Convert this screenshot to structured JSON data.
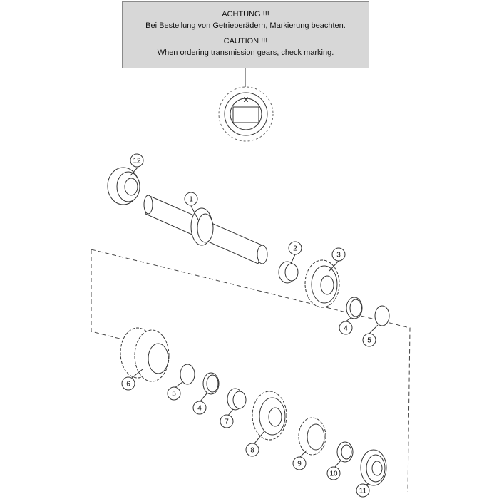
{
  "notice": {
    "de_heading": "ACHTUNG !!!",
    "de_text": "Bei Bestellung von Getrieberädern, Markierung beachten.",
    "en_heading": "CAUTION !!!",
    "en_text": "When ordering transmission gears, check marking."
  },
  "marking_letter": "X",
  "callouts": [
    "1",
    "2",
    "3",
    "4",
    "5",
    "6",
    "5",
    "4",
    "7",
    "8",
    "9",
    "10",
    "11",
    "12"
  ]
}
